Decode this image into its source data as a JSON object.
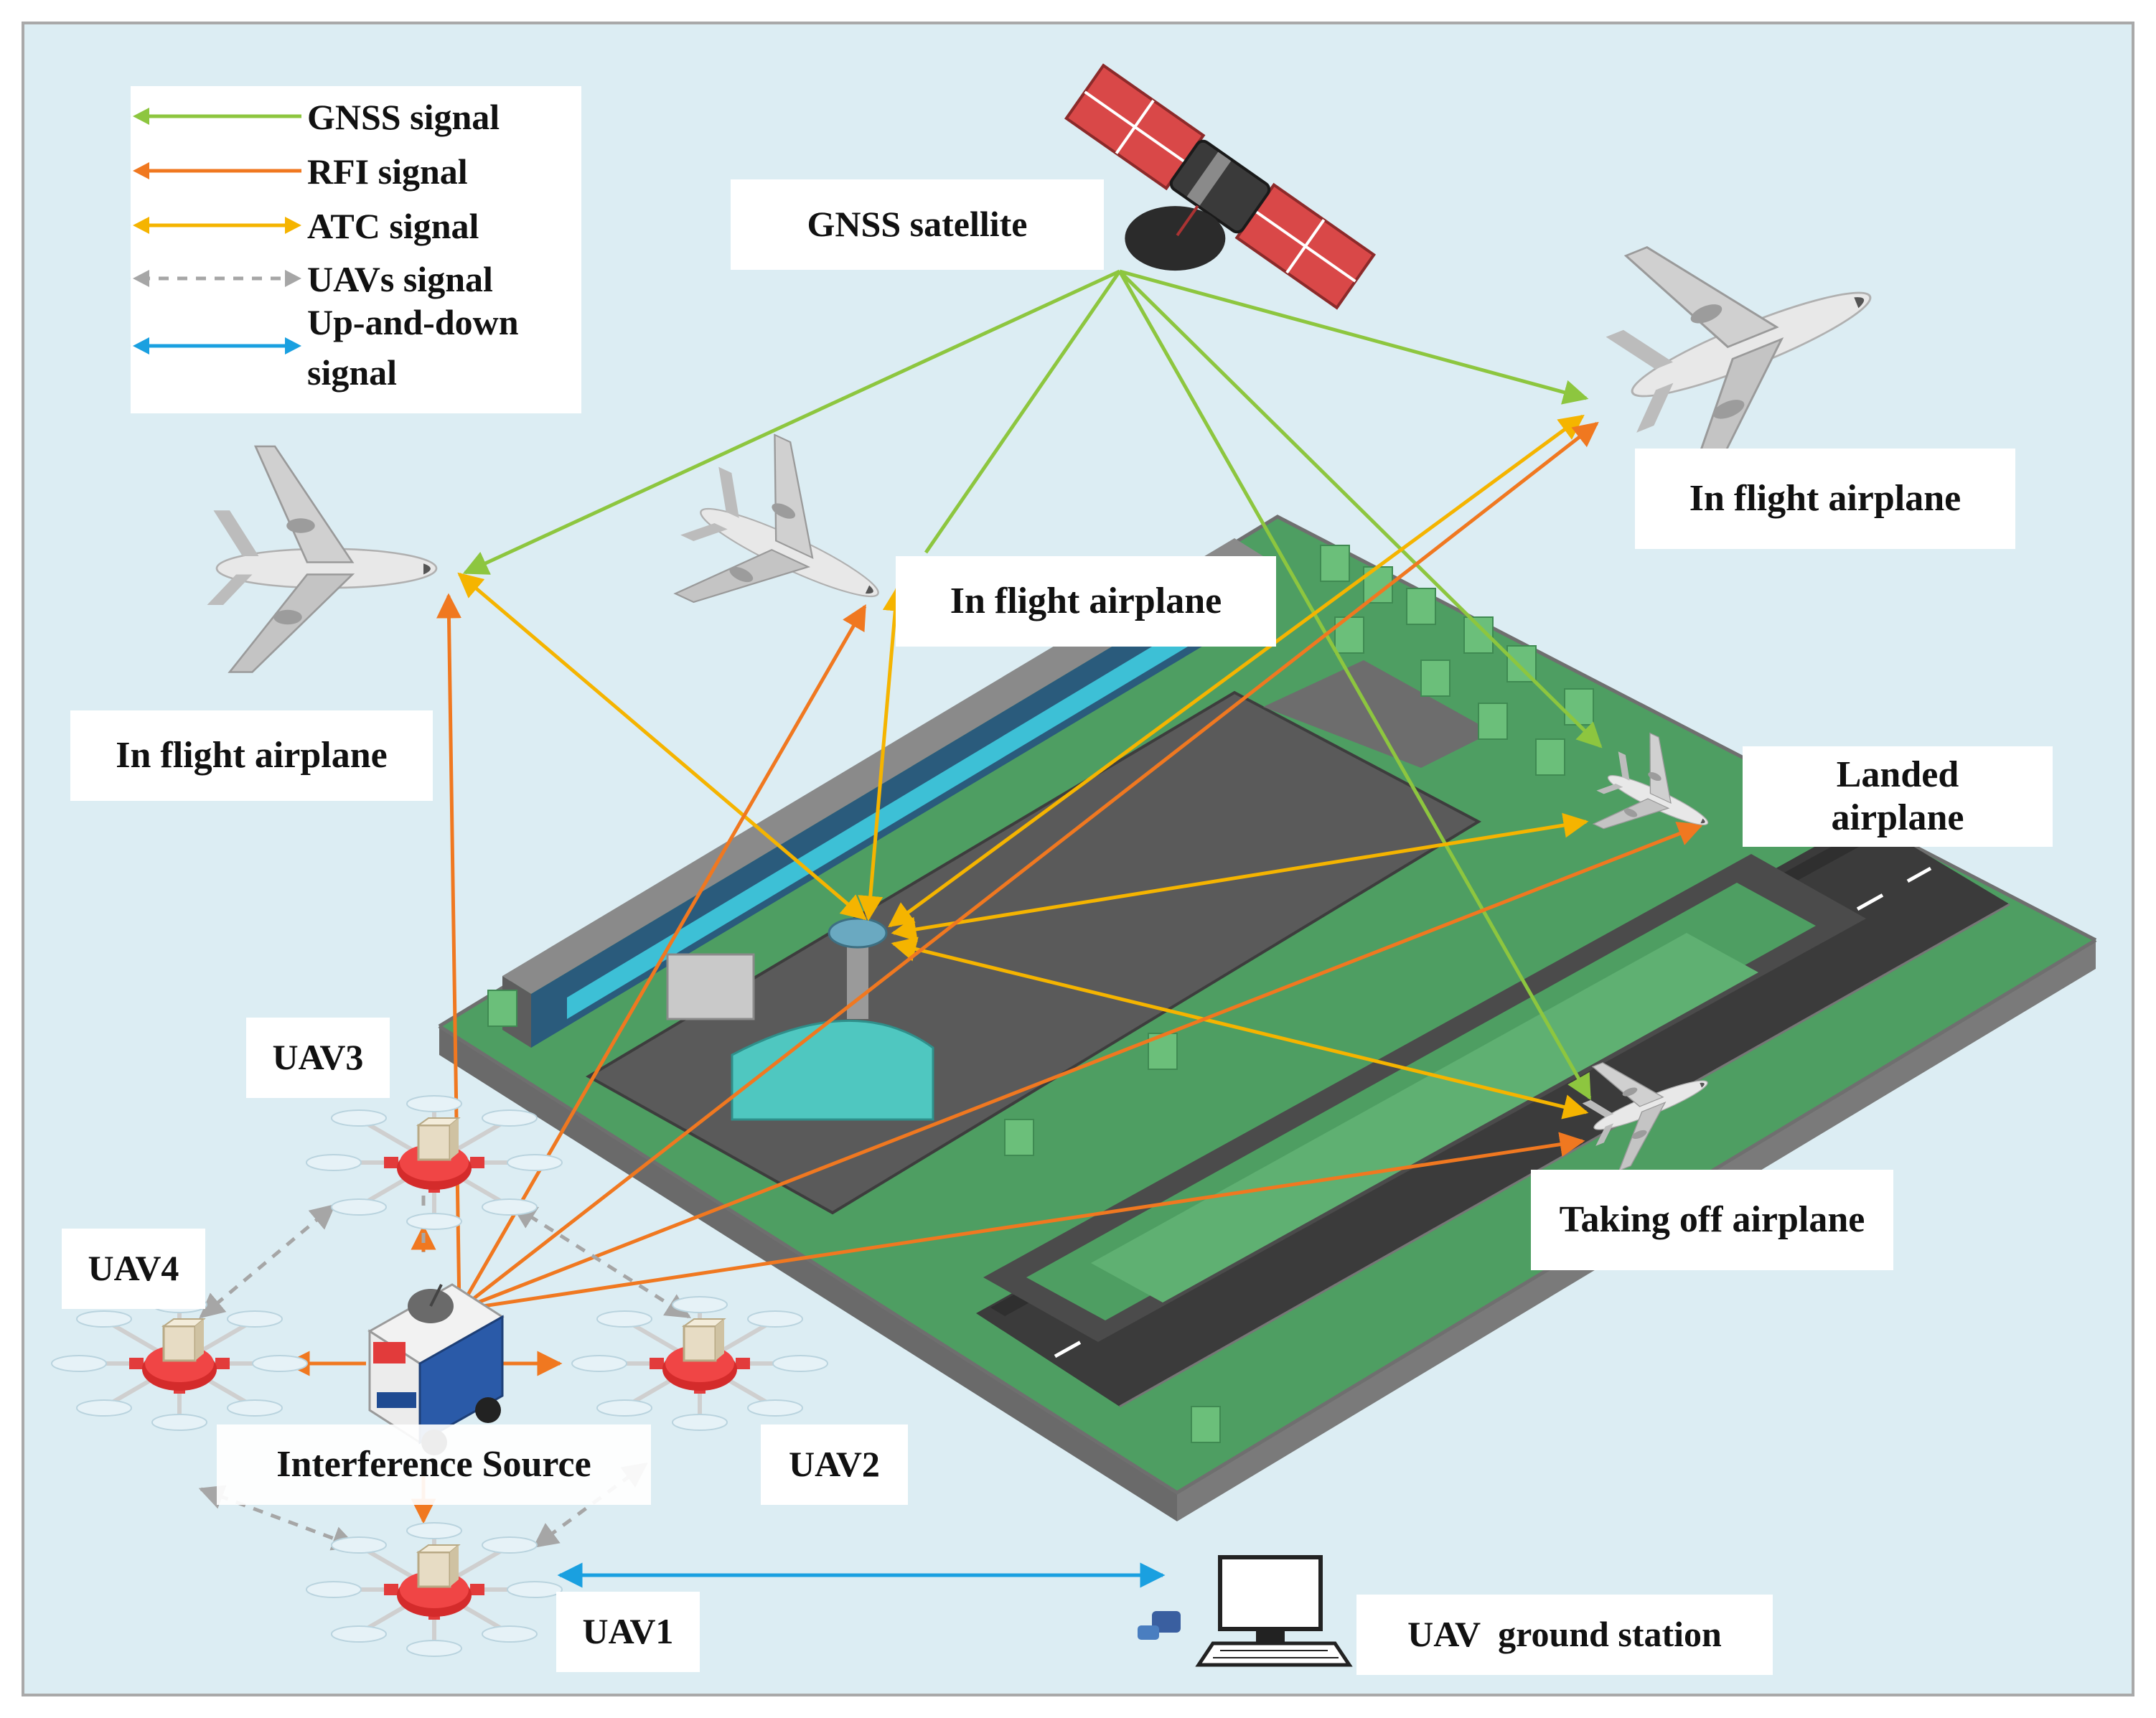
{
  "legend": {
    "items": [
      {
        "label": "GNSS signal",
        "color": "#8dc63f",
        "style": "solid-arrow-left"
      },
      {
        "label": "RFI signal",
        "color": "#f07820",
        "style": "solid-arrow-left"
      },
      {
        "label": "ATC signal",
        "color": "#f5b400",
        "style": "solid-arrow-both"
      },
      {
        "label": "UAVs signal",
        "color": "#a6a6a6",
        "style": "dashed-arrow-both"
      },
      {
        "label_line1": "Up-and-down",
        "label_line2": "signal",
        "color": "#1aa0e0",
        "style": "solid-arrow-both"
      }
    ]
  },
  "labels": {
    "gnss_satellite": "GNSS satellite",
    "in_flight_right": "In flight airplane",
    "in_flight_center": "In flight airplane",
    "in_flight_left": "In flight airplane",
    "landed_line1": "Landed",
    "landed_line2": "airplane",
    "taking_off": "Taking off airplane",
    "uav1": "UAV1",
    "uav2": "UAV2",
    "uav3": "UAV3",
    "uav4": "UAV4",
    "interference_source": "Interference Source",
    "ground_station": "UAV  ground station"
  },
  "colors": {
    "sky": "#dcedf3",
    "ground_green": "#4e9e62",
    "tarmac": "#5a5a5a",
    "gnss": "#8dc63f",
    "rfi": "#f07820",
    "atc": "#f5b400",
    "uav": "#a6a6a6",
    "updown": "#1aa0e0"
  }
}
